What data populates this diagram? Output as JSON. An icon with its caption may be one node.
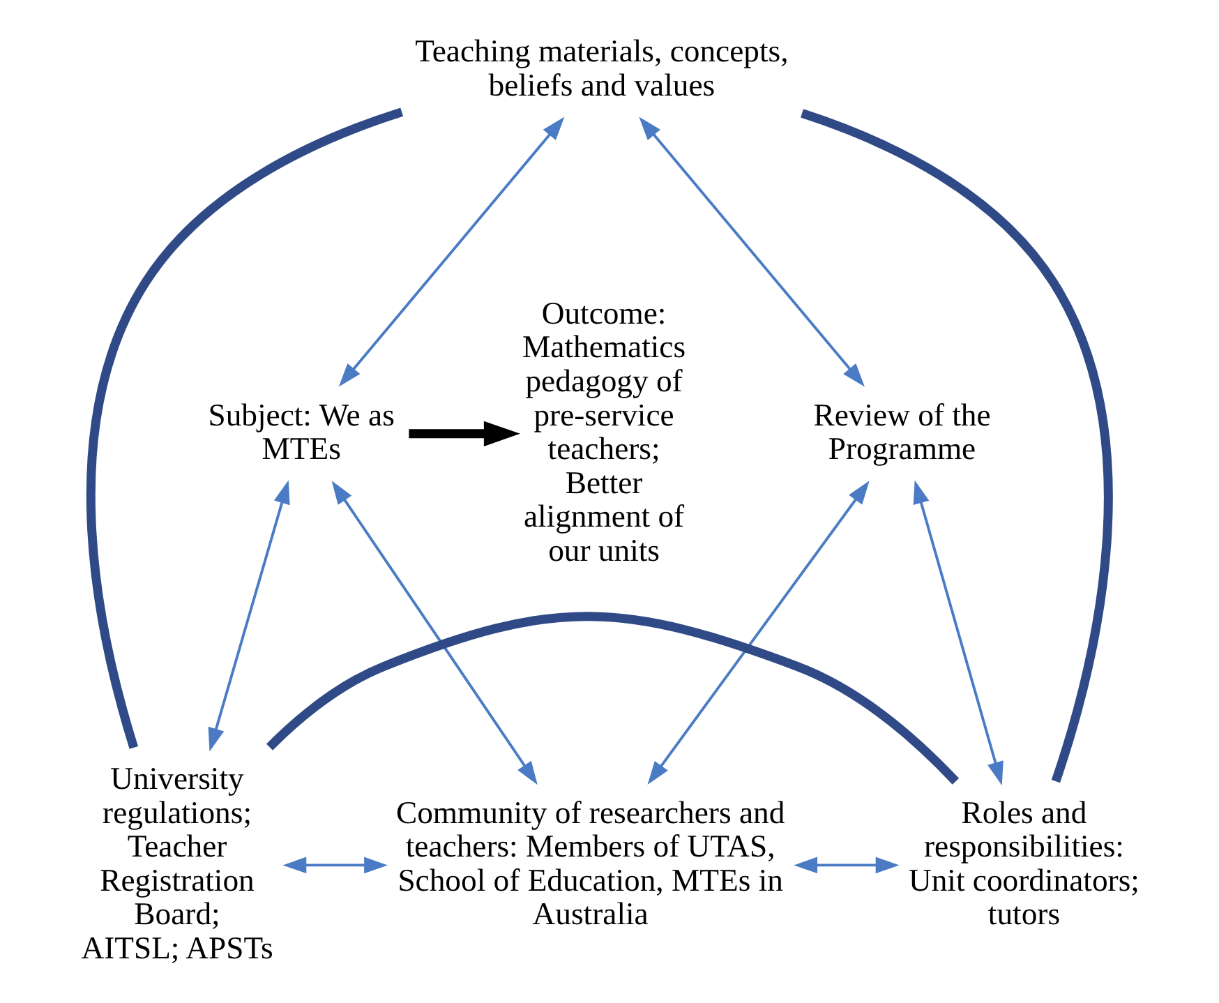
{
  "diagram": {
    "nodes": [
      {
        "text": [
          "Teaching materials, concepts, beliefs and values"
        ]
      },
      {
        "text": [
          "Subject: We as MTEs"
        ]
      },
      {
        "text": [
          "Review of the Programme"
        ]
      },
      {
        "text": [
          "Outcome: Mathematics pedagogy of pre-service teachers; Better alignment of our units"
        ]
      },
      {
        "text": [
          "University regulations; Teacher Registration Board; AITSL; APSTs"
        ]
      },
      {
        "text": [
          "Community of researchers and teachers: Members of UTAS, School of Education, MTEs in Australia"
        ]
      },
      {
        "text": [
          "Roles and responsibilities: Unit coordinators; tutors"
        ]
      }
    ],
    "edges": [
      {
        "from": 0,
        "to": 1,
        "arrow": "both"
      },
      {
        "from": 0,
        "to": 2,
        "arrow": "both"
      },
      {
        "from": 1,
        "to": 3,
        "arrow": "to",
        "style": "thick",
        "color": "#000000"
      },
      {
        "from": 1,
        "to": 5,
        "arrow": "both"
      },
      {
        "from": 2,
        "to": 5,
        "arrow": "both"
      },
      {
        "from": 1,
        "to": 4,
        "arrow": "both"
      },
      {
        "from": 2,
        "to": 6,
        "arrow": "both"
      },
      {
        "from": 4,
        "to": 5,
        "arrow": "both"
      },
      {
        "from": 5,
        "to": 6,
        "arrow": "both"
      },
      {
        "from": 0,
        "to": 4,
        "arrow": "none",
        "style": "thick",
        "color": "#2f4a86"
      },
      {
        "from": 0,
        "to": 6,
        "arrow": "none",
        "style": "thick",
        "color": "#2f4a86"
      },
      {
        "from": 4,
        "to": 6,
        "arrow": "none",
        "style": "thick",
        "color": "#2f4a86"
      }
    ]
  }
}
